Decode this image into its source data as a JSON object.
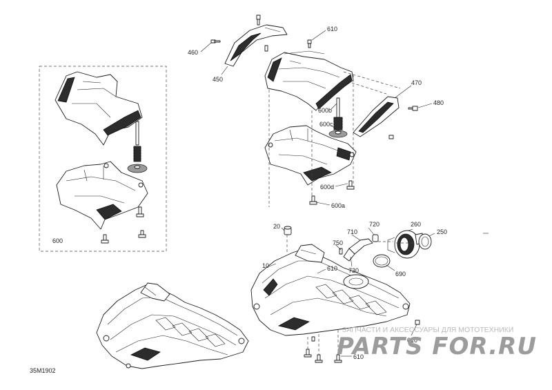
{
  "diagram": {
    "code": "35M1902",
    "inset_label": "600",
    "callouts": {
      "c460": "460",
      "c450": "450",
      "c610_top": "610",
      "c470": "470",
      "c480": "480",
      "c600b": "600b",
      "c600c": "600c",
      "c600d": "600d",
      "c600a": "600a",
      "c20": "20",
      "c710": "710",
      "c720": "720",
      "c260": "260",
      "c250": "250",
      "c750": "750",
      "c10": "10",
      "c610_mid": "610",
      "c730": "730",
      "c690": "690",
      "c610_right": "610",
      "c610_bottom": "610"
    }
  },
  "watermark": {
    "caption": "ЗАПЧАСТИ И АКСЕССУАРЫ ДЛЯ МОТОТЕХНИКИ",
    "logo": "PARTS FOR.RU"
  },
  "colors": {
    "line": "#1a1a1a",
    "watermark": "#9c9c9c"
  }
}
